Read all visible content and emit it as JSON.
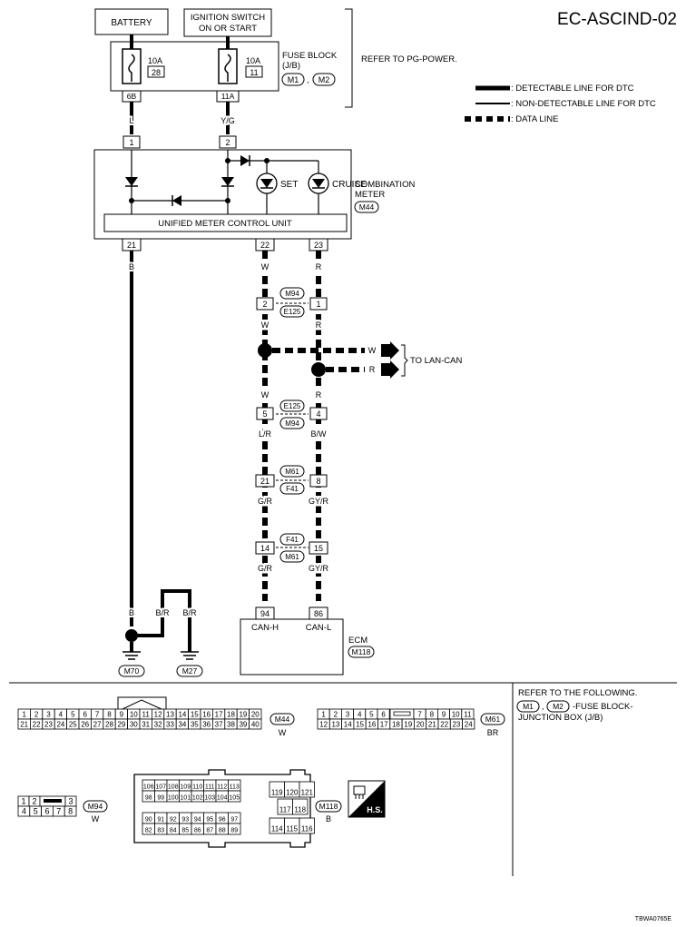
{
  "page": {
    "code": "EC-ASCIND-02",
    "figure_id": "TBWA0765E",
    "refer_pg": "REFER TO PG-POWER."
  },
  "legend": {
    "detectable": ": DETECTABLE LINE FOR DTC",
    "non_detectable": ": NON-DETECTABLE LINE FOR DTC",
    "data_line": ": DATA LINE"
  },
  "components": {
    "battery": "BATTERY",
    "ign_line1": "IGNITION SWITCH",
    "ign_line2": "ON OR START",
    "fuse_block_line1": "FUSE BLOCK",
    "fuse_block_line2": "(J/B)",
    "fuse_block_conn1": "M1",
    "fuse_block_conn2": "M2",
    "fuse1_amp": "10A",
    "fuse1_num": "28",
    "fuse2_amp": "10A",
    "fuse2_num": "11",
    "fuse1_term": "6B",
    "fuse2_term": "11A",
    "comb_meter_line1": "COMBINATION",
    "comb_meter_line2": "METER",
    "comb_meter_conn": "M44",
    "unified": "UNIFIED METER CONTROL UNIT",
    "set": "SET",
    "cruise": "CRUISE",
    "ecm": "ECM",
    "ecm_conn": "M118",
    "can_h": "CAN-H",
    "can_l": "CAN-L",
    "to_lan": "TO LAN-CAN",
    "ground1": "M70",
    "ground2": "M27"
  },
  "terminals": {
    "cm1": "1",
    "cm2": "2",
    "cm21": "21",
    "cm22": "22",
    "cm23": "23",
    "j1a": "2",
    "j1b": "1",
    "j1c1": "M94",
    "j1c2": "E125",
    "j2a": "5",
    "j2b": "4",
    "j2c1": "E125",
    "j2c2": "M94",
    "j3a": "21",
    "j3b": "8",
    "j3c1": "M61",
    "j3c2": "F41",
    "j4a": "14",
    "j4b": "15",
    "j4c1": "F41",
    "j4c2": "M61",
    "ecm94": "94",
    "ecm86": "86"
  },
  "wires": {
    "L": "L",
    "YG": "Y/G",
    "B": "B",
    "W": "W",
    "R": "R",
    "LR": "L/R",
    "BW": "B/W",
    "GR": "G/R",
    "GYR": "GY/R",
    "BR": "B/R"
  },
  "connectors": {
    "refer_following": "REFER TO THE FOLLOWING.",
    "fuse_ref_m1": "M1",
    "fuse_ref_m2": "M2",
    "fuse_ref_text": "-FUSE BLOCK-",
    "fuse_ref_text2": "JUNCTION BOX (J/B)",
    "m44_label": "M44",
    "m44_color": "W",
    "m61_label": "M61",
    "m61_color": "BR",
    "m94_label": "M94",
    "m94_color": "W",
    "m118_label": "M118",
    "m118_color": "B",
    "hs": "H.S.",
    "m44_row1": [
      "1",
      "2",
      "3",
      "4",
      "5",
      "6",
      "7",
      "8",
      "9",
      "10",
      "11",
      "12",
      "13",
      "14",
      "15",
      "16",
      "17",
      "18",
      "19",
      "20"
    ],
    "m44_row2": [
      "21",
      "22",
      "23",
      "24",
      "25",
      "26",
      "27",
      "28",
      "29",
      "30",
      "31",
      "32",
      "33",
      "34",
      "35",
      "36",
      "37",
      "38",
      "39",
      "40"
    ],
    "m61_row1a": [
      "1",
      "2",
      "3",
      "4",
      "5",
      "6"
    ],
    "m61_row1b": [
      "7",
      "8",
      "9",
      "10",
      "11"
    ],
    "m61_row2": [
      "12",
      "13",
      "14",
      "15",
      "16",
      "17",
      "18",
      "19",
      "20",
      "21",
      "22",
      "23",
      "24"
    ],
    "m94_row1a": [
      "1",
      "2"
    ],
    "m94_row1b": [
      "3"
    ],
    "m94_row2": [
      "4",
      "5",
      "6",
      "7",
      "8"
    ],
    "m118_a1": [
      "106",
      "107",
      "108",
      "109",
      "110",
      "111",
      "112",
      "113"
    ],
    "m118_a2": [
      "98",
      "99",
      "100",
      "101",
      "102",
      "103",
      "104",
      "105"
    ],
    "m118_b1": [
      "119",
      "120",
      "121"
    ],
    "m118_b2": [
      "117",
      "118"
    ],
    "m118_c1": [
      "90",
      "91",
      "92",
      "93",
      "94",
      "95",
      "96",
      "97"
    ],
    "m118_c2": [
      "82",
      "83",
      "84",
      "85",
      "86",
      "87",
      "88",
      "89"
    ],
    "m118_d1": [
      "114",
      "115",
      "116"
    ]
  }
}
